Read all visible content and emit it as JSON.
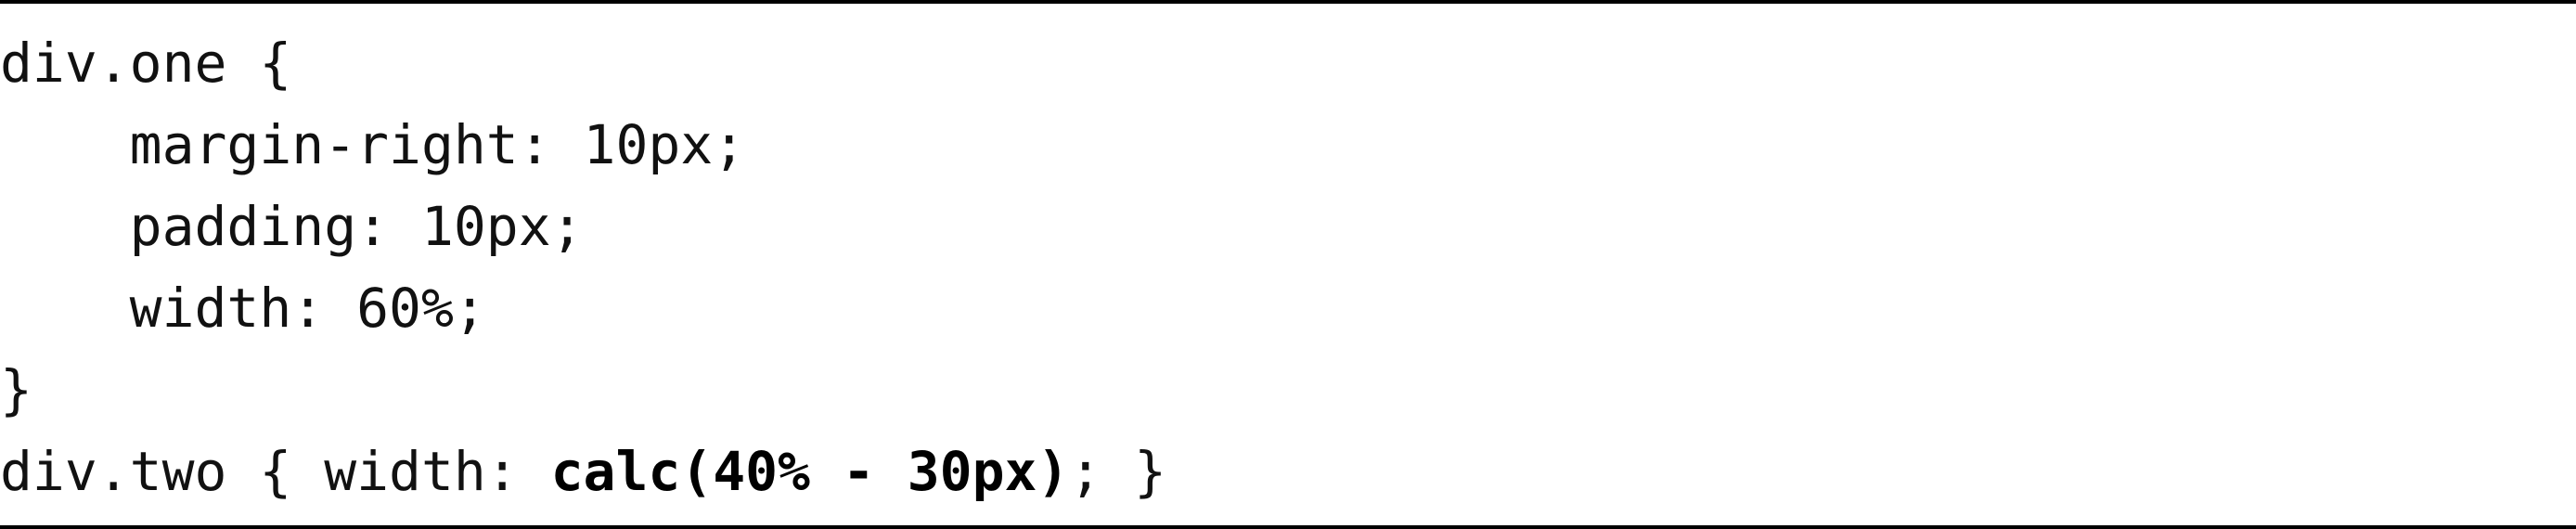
{
  "code": {
    "line1": "div.one {",
    "line2": "    margin-right: 10px;",
    "line3": "    padding: 10px;",
    "line4": "    width: 60%;",
    "line5": "}",
    "line6_prefix": "div.two { width: ",
    "line6_bold": "calc(40% - 30px)",
    "line6_suffix": "; }"
  }
}
